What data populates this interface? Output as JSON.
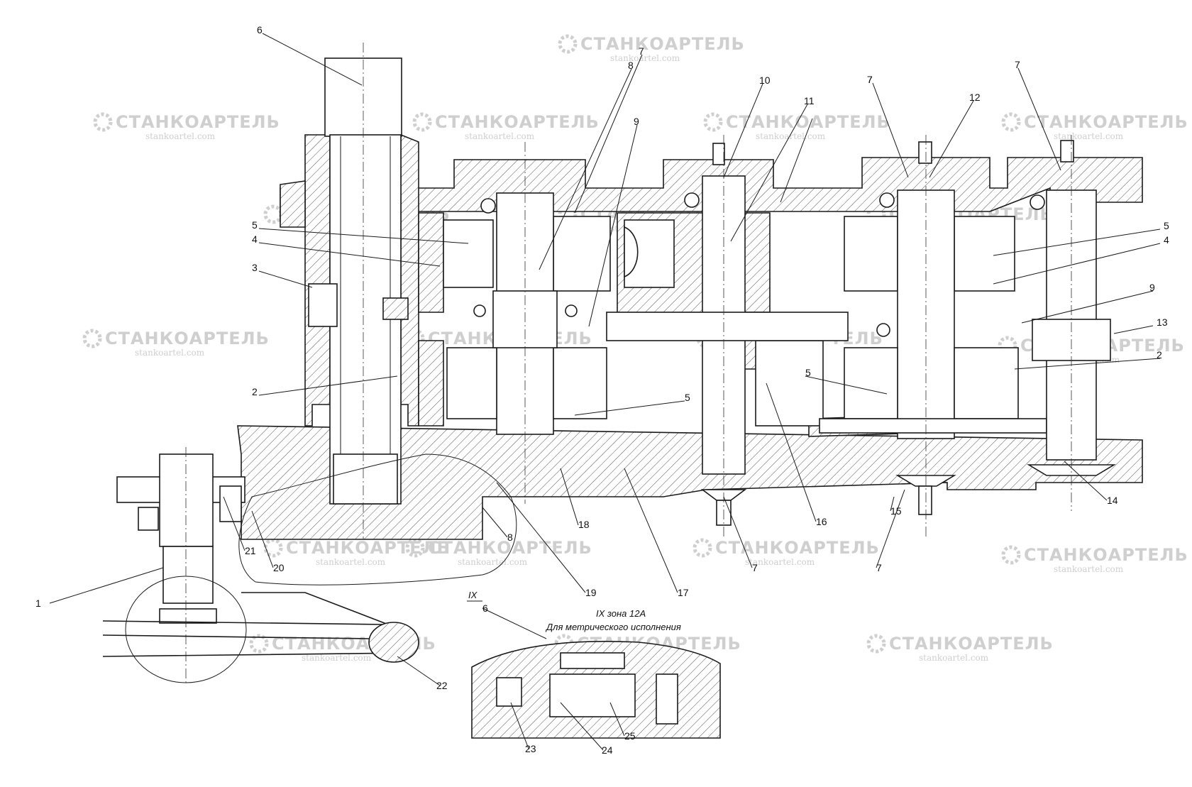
{
  "watermark": {
    "brand": "СТАНКОАРТЕЛЬ",
    "site": "stankoartel.com",
    "color": "#cfcfcf"
  },
  "note": {
    "view_label": "IX",
    "zone_label": "IX  зона 12А",
    "caption": "Для метрического исполнения"
  },
  "callouts": [
    "6",
    "7",
    "8",
    "9",
    "10",
    "11",
    "7",
    "7",
    "12",
    "7",
    "5",
    "4",
    "3",
    "5",
    "4",
    "9",
    "13",
    "2",
    "5",
    "5",
    "2",
    "16",
    "15",
    "14",
    "18",
    "17",
    "19",
    "20",
    "21",
    "8",
    "7",
    "7",
    "1",
    "22",
    "23",
    "24",
    "25",
    "6"
  ]
}
